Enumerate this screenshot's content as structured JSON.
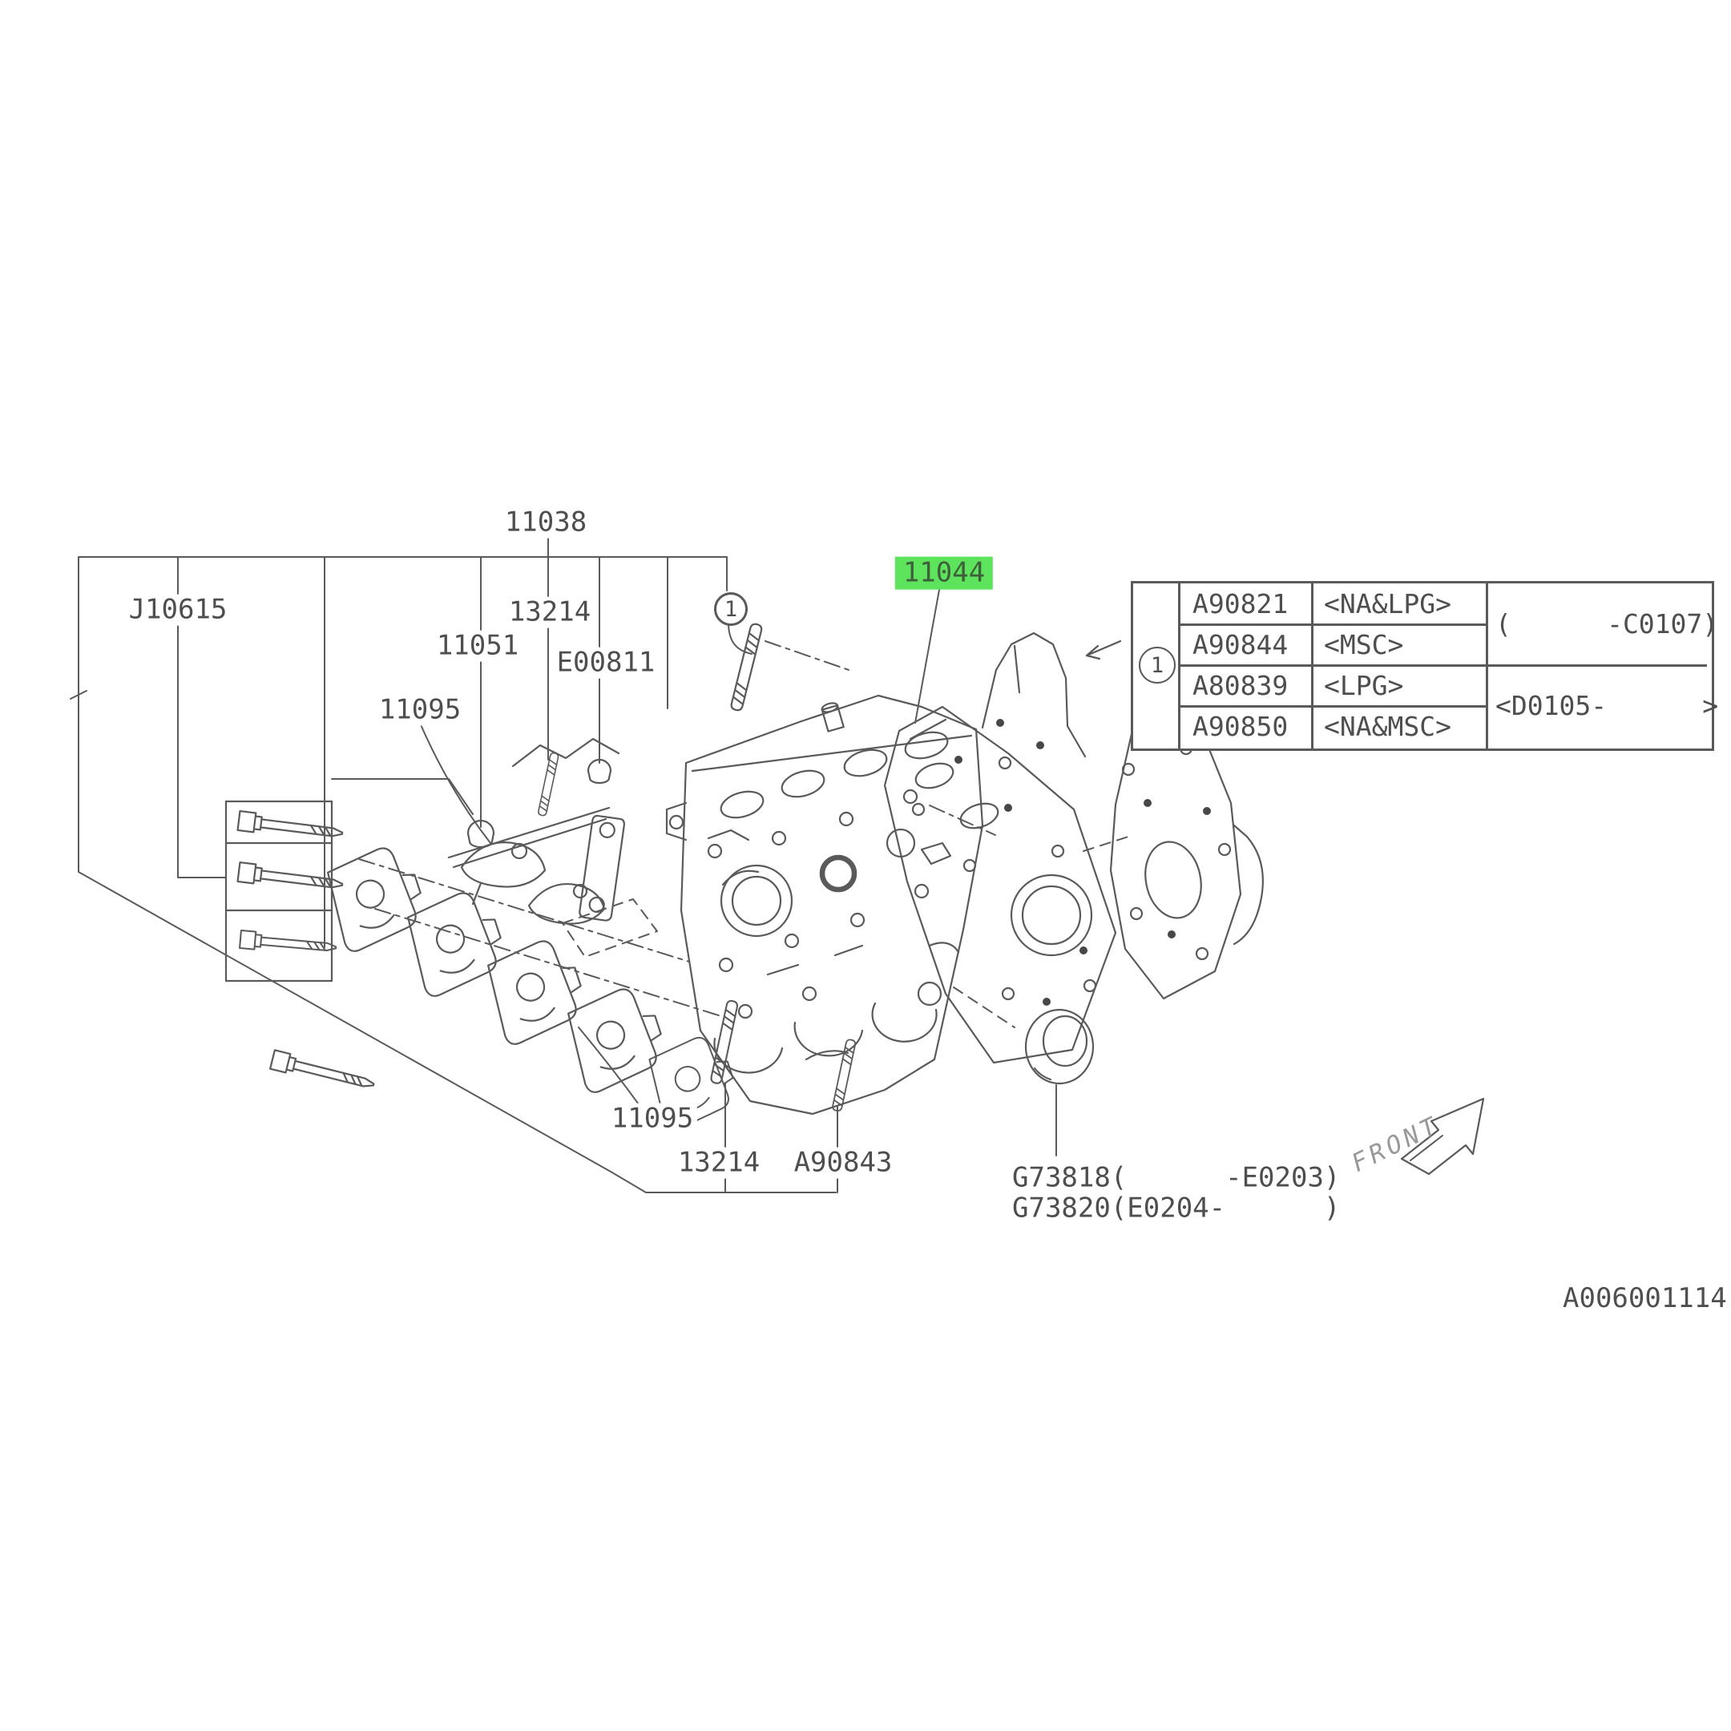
{
  "page": {
    "code": "A006001114"
  },
  "highlight": {
    "color": "#5de35c",
    "part": "11044"
  },
  "callout": {
    "number": "1"
  },
  "labels": {
    "j10615": "J10615",
    "n11038": "11038",
    "n13214_top": "13214",
    "n11051": "11051",
    "e00811": "E00811",
    "n11095_top": "11095",
    "n11044": "11044",
    "n11095_bottom": "11095",
    "n13214_bottom": "13214",
    "a90843": "A90843",
    "g73818": "G73818(      -E0203)",
    "g73820": "G73820(E0204-      )",
    "front": "FRONT"
  },
  "table": {
    "callout": "1",
    "rows": [
      {
        "part": "A90821",
        "variant": "<NA&LPG>"
      },
      {
        "part": "A90844",
        "variant": "<MSC>"
      },
      {
        "part": "A80839",
        "variant": "<LPG>"
      },
      {
        "part": "A90850",
        "variant": "<NA&MSC>"
      }
    ],
    "ranges": [
      {
        "text": "(      -C0107)"
      },
      {
        "text": "<D0105-      >"
      }
    ]
  }
}
